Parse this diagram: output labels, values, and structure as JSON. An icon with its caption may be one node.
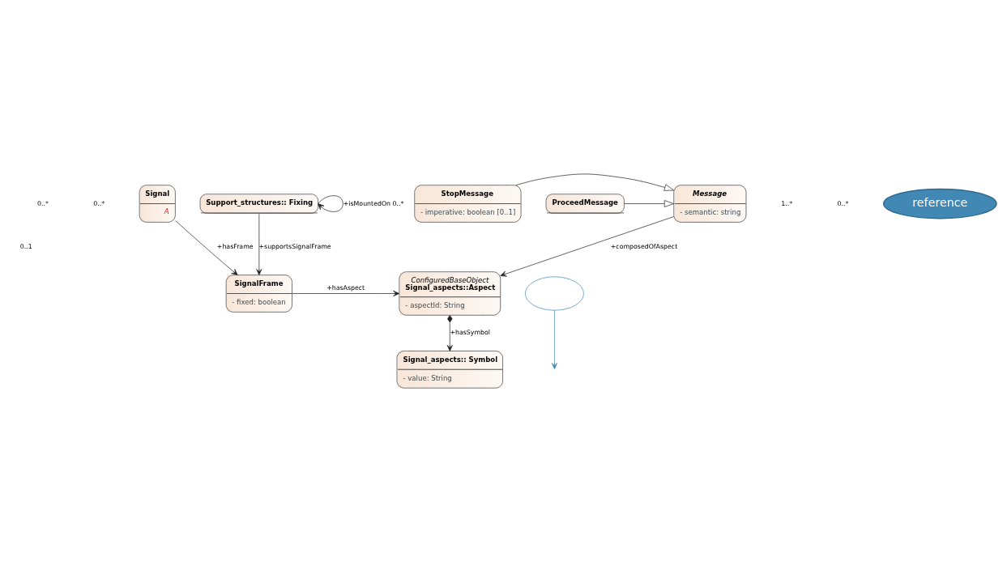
{
  "diagram": {
    "nodes": [
      {
        "text": [
          "ProceedMessage"
        ]
      },
      {
        "text": [
          "StopMessage",
          "- imperative: boolean [0..1]"
        ]
      },
      {
        "text": [
          "Message",
          "- semantic: string"
        ]
      },
      {
        "text": [
          "Signal",
          "A"
        ]
      },
      {
        "text": [
          "reference"
        ]
      },
      {
        "text": [
          "SignalFrame",
          "- fixed: boolean"
        ]
      },
      {
        "text": [
          "ConfiguredBaseObject",
          "Signal_aspects::Aspect",
          "- aspectId: String"
        ]
      },
      {
        "text": [
          "Signal_aspects:: Symbol",
          "- value: String"
        ]
      },
      {
        "text": [
          "Support_structures:: Fixing"
        ]
      },
      {
        "text": [],
        "shape": "cloud"
      }
    ],
    "edges": [
      {
        "from": 0,
        "to": 2,
        "arrow": "to"
      },
      {
        "from": 1,
        "to": 2,
        "arrow": "to"
      },
      {
        "from": 2,
        "to": 6,
        "arrow": "to",
        "label": "+composedOfAspect"
      },
      {
        "from": 3,
        "to": 5,
        "arrow": "to",
        "label": "+hasFrame"
      },
      {
        "from": 5,
        "to": 6,
        "arrow": "to",
        "label": "+hasAspect"
      },
      {
        "from": 6,
        "to": 7,
        "arrow": "to",
        "label": "+hasSymbol"
      },
      {
        "from": 8,
        "to": 5,
        "arrow": "to",
        "label": "+supportsSignalFrame"
      },
      {
        "from": 8,
        "to": 8,
        "arrow": "to",
        "label": "+isMountedOn 0..*"
      },
      {
        "from": 9,
        "to": null,
        "arrow": "to",
        "color": "#3f87b5"
      }
    ],
    "labels": [
      "1..*",
      "0..*",
      "0..*",
      "0..1",
      "0..*"
    ]
  }
}
